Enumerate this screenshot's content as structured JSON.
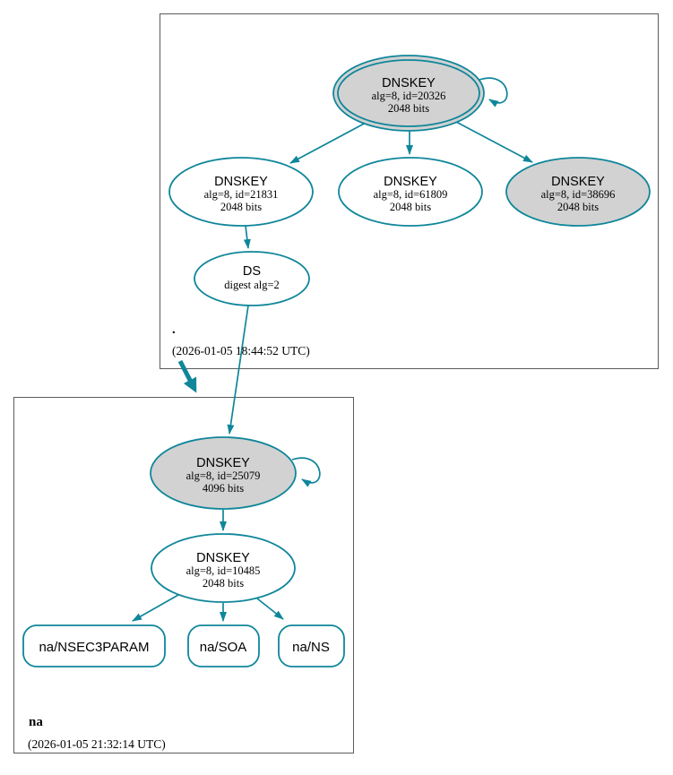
{
  "diagram": {
    "kind": "dnssec-authentication-chain",
    "colors": {
      "edge_teal": "#0f869a",
      "secure_key_fill": "#d2d2d2",
      "plain_fill": "#ffffff",
      "cluster_border": "#5b5b5b",
      "background": "#ffffff"
    }
  },
  "zones": {
    "root": {
      "label": ".",
      "timestamp": "(2026-01-05 18:44:52 UTC)",
      "keys": [
        {
          "title": "DNSKEY",
          "alg": "alg=8, id=20326",
          "bits": "2048 bits"
        },
        {
          "title": "DNSKEY",
          "alg": "alg=8, id=21831",
          "bits": "2048 bits"
        },
        {
          "title": "DNSKEY",
          "alg": "alg=8, id=61809",
          "bits": "2048 bits"
        },
        {
          "title": "DNSKEY",
          "alg": "alg=8, id=38696",
          "bits": "2048 bits"
        }
      ],
      "ds": {
        "title": "DS",
        "digest": "digest alg=2"
      }
    },
    "na": {
      "label": "na",
      "timestamp": "(2026-01-05 21:32:14 UTC)",
      "keys": [
        {
          "title": "DNSKEY",
          "alg": "alg=8, id=25079",
          "bits": "4096 bits"
        },
        {
          "title": "DNSKEY",
          "alg": "alg=8, id=10485",
          "bits": "2048 bits"
        }
      ],
      "rrsets": [
        {
          "label": "na/NSEC3PARAM"
        },
        {
          "label": "na/SOA"
        },
        {
          "label": "na/NS"
        }
      ]
    }
  }
}
